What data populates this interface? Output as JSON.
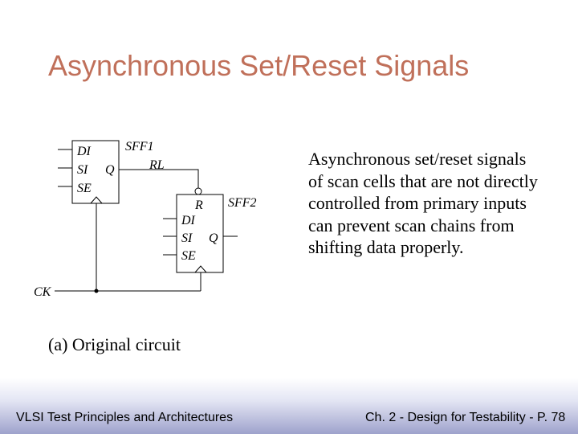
{
  "slide": {
    "title": "Asynchronous Set/Reset Signals",
    "body": "Asynchronous set/reset signals of scan cells that are not directly controlled from primary inputs can prevent scan chains from shifting data properly.",
    "caption": "(a) Original circuit"
  },
  "circuit": {
    "sff1_label": "SFF1",
    "rl_label": "RL",
    "sff2_label": "SFF2",
    "ck_label": "CK",
    "ff1_pins": {
      "di": "DI",
      "si": "SI",
      "se": "SE",
      "q": "Q"
    },
    "ff2_pins": {
      "r": "R",
      "di": "DI",
      "si": "SI",
      "se": "SE",
      "q": "Q"
    }
  },
  "footer": {
    "left": "VLSI Test Principles and Architectures",
    "right": "Ch. 2 - Design for Testability - P. 78"
  }
}
